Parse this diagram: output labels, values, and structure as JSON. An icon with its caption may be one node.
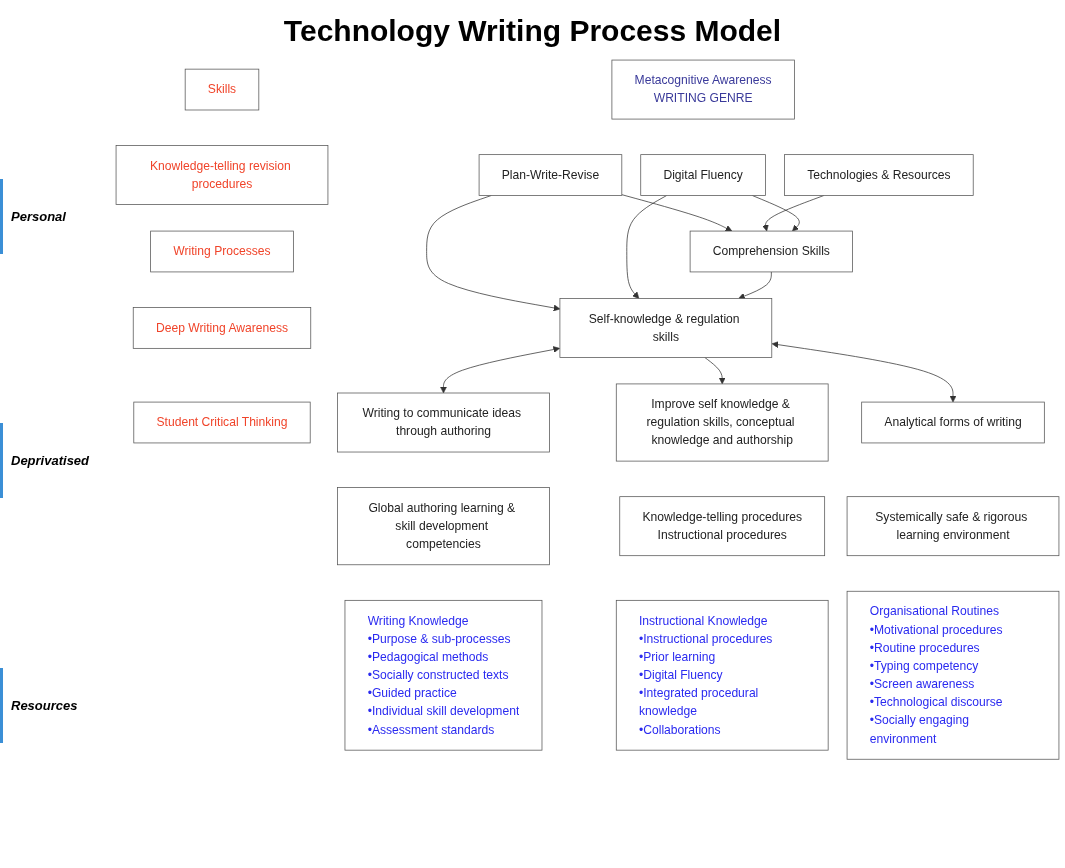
{
  "diagram": {
    "title": "Technology Writing Process Model",
    "nodes": [
      {
        "text": [
          "Metacognitive Awareness",
          "WRITING GENRE"
        ]
      },
      {
        "text": [
          "Skills"
        ]
      },
      {
        "text": [
          "Plan-Write-Revise"
        ]
      },
      {
        "text": [
          "Technologies & Resources"
        ]
      },
      {
        "text": [
          "Digital Fluency"
        ]
      },
      {
        "text": [
          "Knowledge-telling revision procedures"
        ]
      },
      {
        "text": [
          "Comprehension Skills"
        ]
      },
      {
        "text": [
          "Writing Processes"
        ]
      },
      {
        "text": [
          "Self-knowledge & regulation skills"
        ]
      },
      {
        "text": [
          "Deep Writing Awareness"
        ]
      },
      {
        "text": [
          "Student Critical Thinking"
        ]
      },
      {
        "text": [
          "Writing to communicate ideas through authoring"
        ]
      },
      {
        "text": [
          "Improve self knowledge & regulation skills, conceptual knowledge and authorship"
        ]
      },
      {
        "text": [
          "Analytical forms of writing"
        ]
      },
      {
        "text": [
          "Global authoring learning & skill development competencies"
        ]
      },
      {
        "text": [
          "Knowledge-telling procedures",
          "Instructional procedures"
        ]
      },
      {
        "text": [
          "Systemically safe & rigorous learning environment"
        ]
      },
      {
        "text": [
          "Writing Knowledge",
          "•Purpose & sub-processes",
          "•Pedagogical methods",
          "•Socially constructed texts",
          "•Guided practice",
          "•Individual skill development",
          "•Assessment standards"
        ]
      },
      {
        "text": [
          "Instructional Knowledge",
          "•Instructional procedures",
          "•Prior learning",
          "•Digital Fluency",
          "•Integrated procedural knowledge",
          "•Collaborations"
        ]
      },
      {
        "text": [
          "Organisational Routines",
          "•Motivational procedures",
          "•Routine procedures",
          "•Typing competency",
          "•Screen awareness",
          "•Technological discourse",
          "•Socially engaging environment"
        ]
      }
    ],
    "edges": [
      {
        "from": 2,
        "to": 6,
        "arrow": "to"
      },
      {
        "from": 2,
        "to": 8,
        "arrow": "to"
      },
      {
        "from": 3,
        "to": 6,
        "arrow": "to"
      },
      {
        "from": 4,
        "to": 6,
        "arrow": "to"
      },
      {
        "from": 4,
        "to": 8,
        "arrow": "to"
      },
      {
        "from": 6,
        "to": 8,
        "arrow": "to"
      },
      {
        "from": 8,
        "to": 11,
        "arrow": "both"
      },
      {
        "from": 8,
        "to": 12,
        "arrow": "to"
      },
      {
        "from": 8,
        "to": 13,
        "arrow": "both"
      }
    ],
    "labels": [
      "Personal",
      "Deprivatised",
      "Resources"
    ]
  }
}
